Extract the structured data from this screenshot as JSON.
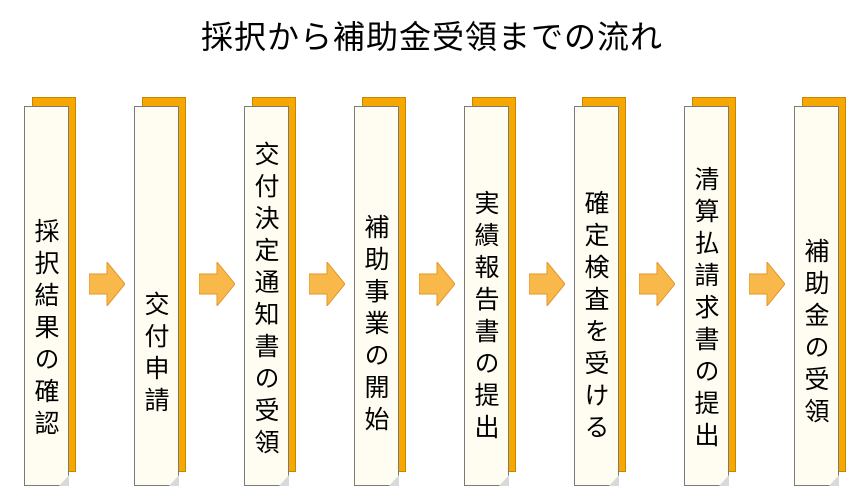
{
  "title": "採択から補助金受領までの流れ",
  "colors": {
    "card_back": "#f7a800",
    "card_front": "#fffdf2",
    "arrow": "#f9b84a"
  },
  "steps": [
    {
      "label": "採択結果の確認"
    },
    {
      "label": "交付申請"
    },
    {
      "label": "交付決定通知書の受領"
    },
    {
      "label": "補助事業の開始"
    },
    {
      "label": "実績報告書の提出"
    },
    {
      "label": "確定検査を受ける"
    },
    {
      "label": "清算払請求書の提出"
    },
    {
      "label": "補助金の受領"
    }
  ]
}
